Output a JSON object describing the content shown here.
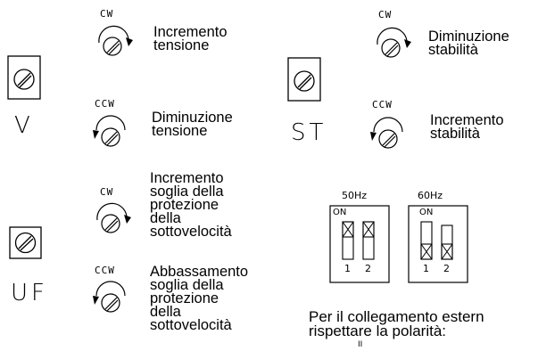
{
  "trimmers": {
    "v": {
      "label": "V"
    },
    "st": {
      "label": "ST"
    },
    "uf": {
      "label": "UF"
    }
  },
  "directions": {
    "cw": "CW",
    "ccw": "CCW"
  },
  "v": {
    "cw_desc": [
      "Incremento",
      "tensione"
    ],
    "ccw_desc": [
      "Diminuzione",
      "tensione"
    ]
  },
  "st": {
    "cw_desc": [
      "Diminuzione",
      "stabilità"
    ],
    "ccw_desc": [
      "Incremento",
      "stabilità"
    ]
  },
  "uf": {
    "cw_desc": [
      "Incremento",
      "soglia della",
      "protezione",
      "della",
      "sottovelocità"
    ],
    "ccw_desc": [
      "Abbassamento",
      "soglia della",
      "protezione",
      "della",
      "sottovelocità"
    ]
  },
  "dip": {
    "f50": "50Hz",
    "f60": "60Hz",
    "on": "ON",
    "switch1": "1",
    "switch2": "2"
  },
  "note": {
    "line1": "Per il collegamento estern",
    "line2": "rispettare la polarità:",
    "mark": "II"
  }
}
